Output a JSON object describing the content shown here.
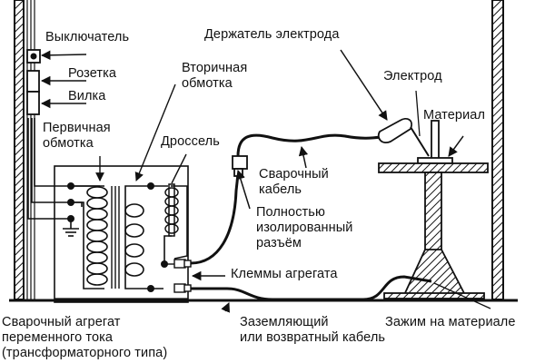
{
  "diagram": {
    "title": "Схема сварочного поста переменного тока",
    "labels": {
      "switch": "Выключатель",
      "socket": "Розетка",
      "plug": "Вилка",
      "primary_winding": "Первичная\nобмотка",
      "secondary_winding": "Вторичная\nобмотка",
      "choke": "Дроссель",
      "electrode_holder": "Держатель электрода",
      "electrode": "Электрод",
      "material": "Материал",
      "welding_cable": "Сварочный\nкабель",
      "insulated_connector": "Полностью\nизолированный\nразъём",
      "unit_terminals": "Клеммы агрегата",
      "welding_unit": "Сварочный агрегат\nпеременного тока\n(трансформаторного типа)",
      "ground_cable": "Заземляющий\nили возвратный кабель",
      "work_clamp": "Зажим на материале"
    },
    "icons": [
      "switch-icon",
      "socket-icon",
      "plug-icon",
      "ground-symbol-icon",
      "primary-coil-icon",
      "secondary-coil-icon",
      "choke-coil-icon",
      "connector-icon",
      "electrode-holder-icon",
      "work-table-icon",
      "wall-hatched"
    ],
    "colors": {
      "ink": "#111111",
      "background": "#ffffff"
    }
  }
}
